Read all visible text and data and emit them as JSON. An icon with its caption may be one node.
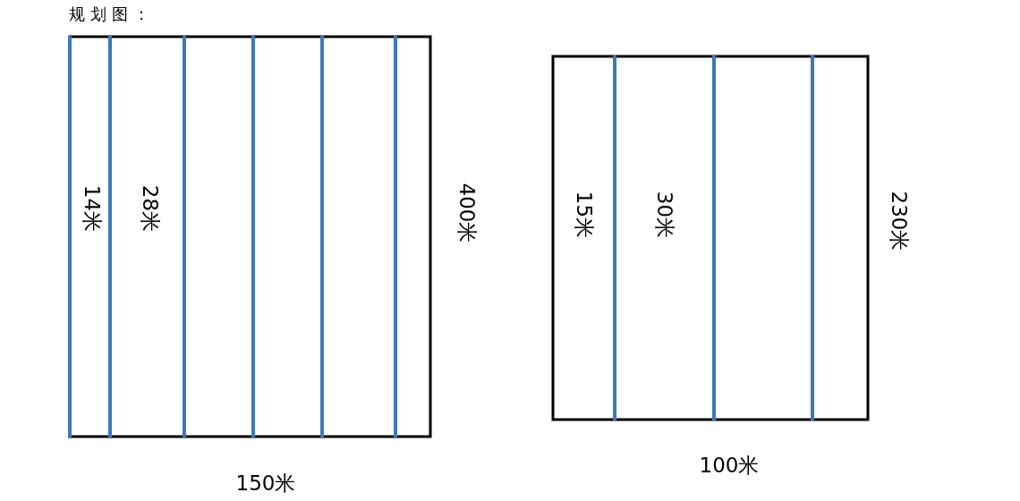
{
  "diagram": {
    "title": "规划图：",
    "labels": [
      "14米",
      "28米",
      "400米",
      "15米",
      "30米",
      "230米",
      "150米",
      "100米"
    ]
  }
}
